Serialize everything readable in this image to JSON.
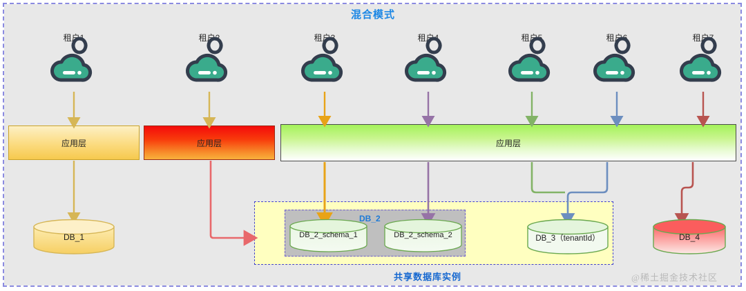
{
  "title": "混合模式",
  "bottom_label": "共享数据库实例",
  "watermark": "@稀土掘金技术社区",
  "db2_group_label": "DB_2",
  "tenants": [
    {
      "label": "租户1",
      "icon": "cloud-user-icon"
    },
    {
      "label": "租户2",
      "icon": "cloud-user-icon"
    },
    {
      "label": "租户3",
      "icon": "cloud-user-icon"
    },
    {
      "label": "租户4",
      "icon": "cloud-user-icon"
    },
    {
      "label": "租户5",
      "icon": "cloud-user-icon"
    },
    {
      "label": "租户6",
      "icon": "cloud-user-icon"
    },
    {
      "label": "租户7",
      "icon": "cloud-user-icon"
    }
  ],
  "app_layers": [
    {
      "label": "应用层",
      "style": "yellow"
    },
    {
      "label": "应用层",
      "style": "red"
    },
    {
      "label": "应用层",
      "style": "green"
    }
  ],
  "databases": [
    {
      "label": "DB_1",
      "style": "yellow"
    },
    {
      "label": "DB_2_schema_1",
      "style": "green"
    },
    {
      "label": "DB_2_schema_2",
      "style": "green"
    },
    {
      "label": "DB_3（tenantId）",
      "style": "green"
    },
    {
      "label": "DB_4",
      "style": "red"
    }
  ],
  "colors": {
    "title_blue": "#1e88e5",
    "label_blue": "#1668d0",
    "canvas_gray": "#e8e8e8",
    "shared_region_yellow": "#ffffc0",
    "db2_group_gray": "#bfbfbf",
    "arrow_khaki": "#d6b656",
    "arrow_orange": "#e8a317",
    "arrow_purple": "#9673a6",
    "arrow_green": "#82b366",
    "arrow_blue": "#6c8ebf",
    "arrow_red": "#b85450",
    "cylinder_green_stroke": "#6aa84f",
    "outer_dash": "#8a8ae0"
  }
}
